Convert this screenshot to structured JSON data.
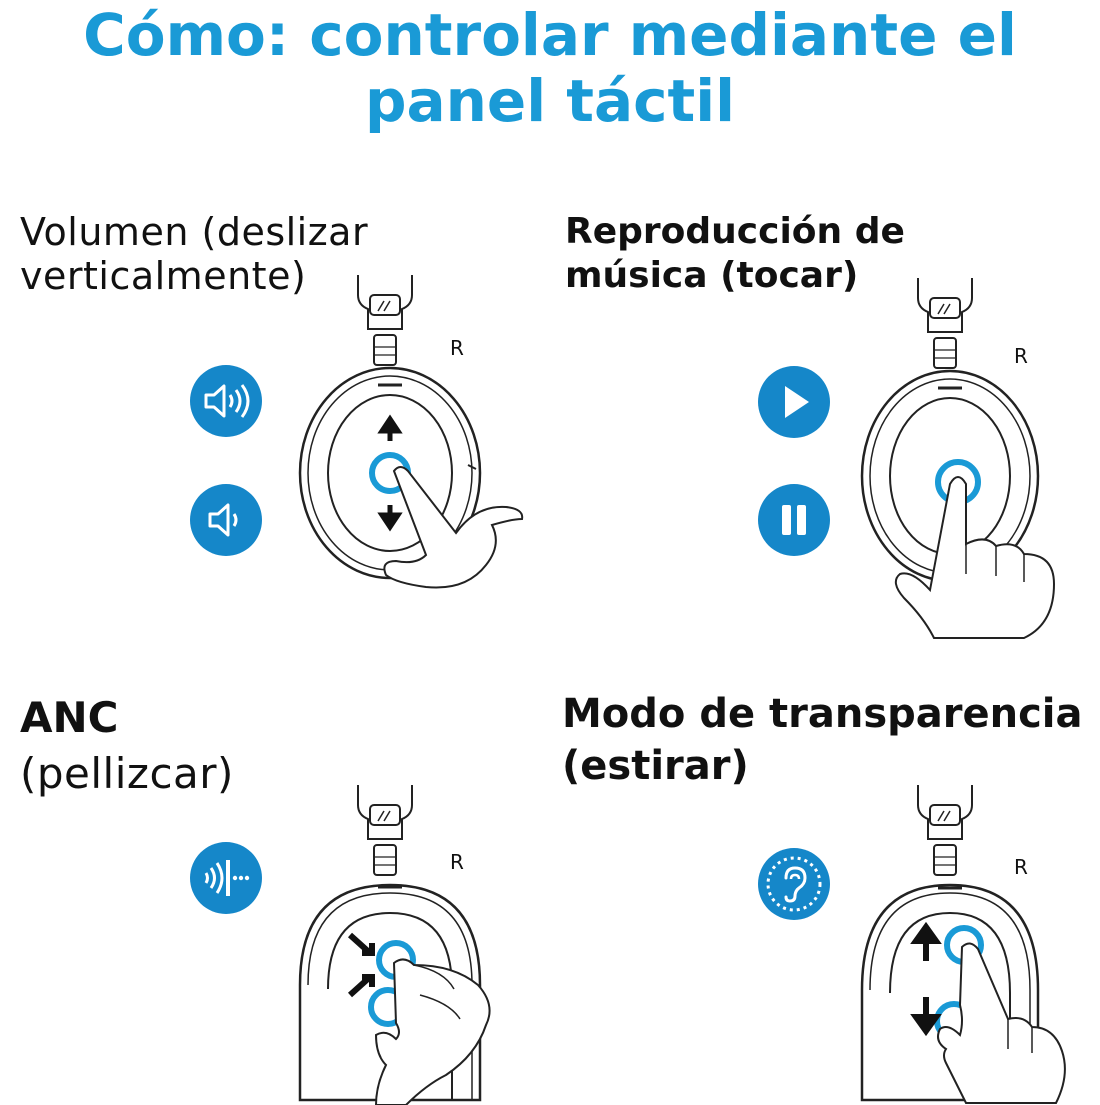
{
  "title": {
    "line1": "Cómo: controlar mediante el",
    "line2": "panel táctil"
  },
  "panels": [
    {
      "label_line1": "Volumen (deslizar",
      "label_line2": "verticalmente)",
      "side_label": "R",
      "icons": [
        "volume-up-icon",
        "volume-down-icon"
      ]
    },
    {
      "label_line1": "Reproducción de",
      "label_line2": "música (tocar)",
      "side_label": "R",
      "icons": [
        "play-icon",
        "pause-icon"
      ]
    },
    {
      "label_line1": "ANC",
      "label_line2": "(pellizcar)",
      "side_label": "R",
      "icons": [
        "anc-icon"
      ]
    },
    {
      "label_line1": "Modo de transparencia",
      "label_line2": "(estirar)",
      "side_label": "R",
      "icons": [
        "transparency-ear-icon"
      ]
    }
  ],
  "colors": {
    "accent": "#1a9ad6",
    "icon_fill": "#1587c9",
    "line": "#222222"
  }
}
